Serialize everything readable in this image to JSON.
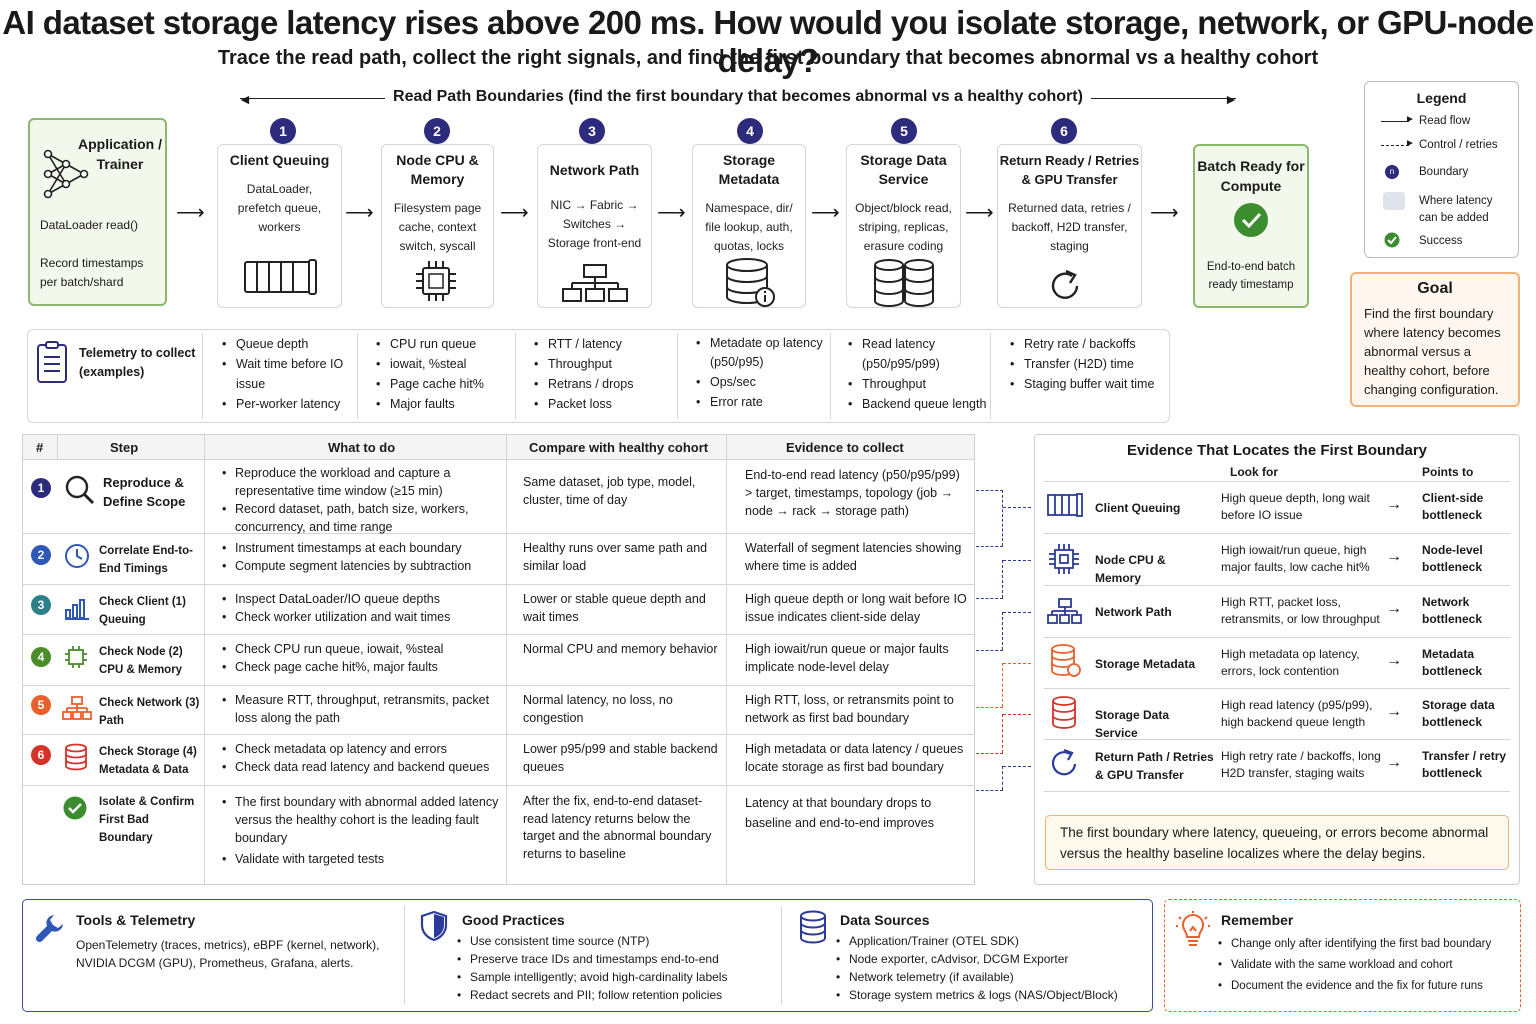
{
  "header": {
    "title": "AI dataset storage latency rises above 200 ms. How would you isolate storage, network, or GPU-node delay?",
    "subtitle": "Trace the read path, collect the right signals, and find the first boundary that becomes abnormal vs a healthy cohort",
    "read_path_label": "Read Path Boundaries (find the first boundary that becomes abnormal vs a healthy cohort)"
  },
  "app_box": {
    "title": "Application / Trainer",
    "line1": "DataLoader read()",
    "line2": "Record timestamps per batch/shard"
  },
  "stages": [
    {
      "num": "1",
      "title": "Client Queuing",
      "desc": "DataLoader, prefetch queue, workers",
      "icon": "queue-icon"
    },
    {
      "num": "2",
      "title": "Node CPU & Memory",
      "desc": "Filesystem page cache, context switch, syscall",
      "icon": "cpu-icon"
    },
    {
      "num": "3",
      "title": "Network Path",
      "desc": "NIC → Fabric → Switches → Storage front-end",
      "icon": "network-icon"
    },
    {
      "num": "4",
      "title": "Storage Metadata",
      "desc": "Namespace, dir/ file lookup, auth, quotas, locks",
      "icon": "database-info-icon"
    },
    {
      "num": "5",
      "title": "Storage Data Service",
      "desc": "Object/block read, striping, replicas, erasure coding",
      "icon": "database-stack-icon"
    },
    {
      "num": "6",
      "title": "Return Ready / Retries & GPU Transfer",
      "desc": "Returned data, retries / backoff, H2D transfer, staging",
      "icon": "refresh-icon"
    }
  ],
  "batch_box": {
    "title": "Batch Ready for Compute",
    "desc": "End-to-end batch ready timestamp"
  },
  "legend": {
    "title": "Legend",
    "items": [
      "Read flow",
      "Control / retries",
      "Boundary",
      "Where latency can be added",
      "Success"
    ]
  },
  "goal": {
    "title": "Goal",
    "text": "Find the first boundary where latency becomes abnormal versus a healthy cohort, before changing configuration."
  },
  "telemetry": {
    "label": "Telemetry to collect (examples)",
    "cols": [
      [
        "Queue depth",
        "Wait time before IO issue",
        "Per-worker latency"
      ],
      [
        "CPU run queue",
        "iowait, %steal",
        "Page cache hit%",
        "Major faults"
      ],
      [
        "RTT / latency",
        "Throughput",
        "Retrans / drops",
        "Packet loss"
      ],
      [
        "Metadate op latency (p50/p95)",
        "Ops/sec",
        "Error rate"
      ],
      [
        "Read latency (p50/p95/p99)",
        "Throughput",
        "Backend queue length"
      ],
      [
        "Retry rate / backoffs",
        "Transfer (H2D) time",
        "Staging buffer wait time"
      ]
    ]
  },
  "table": {
    "headers": [
      "#",
      "Step",
      "What to do",
      "Compare with healthy cohort",
      "Evidence to collect"
    ],
    "rows": [
      {
        "num": "1",
        "step": "Reproduce & Define Scope",
        "todo": [
          "Reproduce the workload and capture a representative time window (≥15 min)",
          "Record dataset, path, batch size, workers, concurrency, and time range"
        ],
        "compare": "Same dataset, job type, model, cluster, time of day",
        "evidence": "End-to-end read latency (p50/p95/p99) > target, timestamps, topology (job → node → rack → storage path)"
      },
      {
        "num": "2",
        "step": "Correlate End-to-End Timings",
        "todo": [
          "Instrument timestamps at each boundary",
          "Compute segment latencies by subtraction"
        ],
        "compare": "Healthy runs over same path and similar load",
        "evidence": "Waterfall of segment latencies showing where time is added"
      },
      {
        "num": "3",
        "step": "Check Client (1) Queuing",
        "todo": [
          "Inspect DataLoader/IO queue depths",
          "Check worker utilization and wait times"
        ],
        "compare": "Lower or stable queue depth and wait times",
        "evidence": "High queue depth or long wait before IO issue indicates client-side delay"
      },
      {
        "num": "4",
        "step": "Check Node (2) CPU & Memory",
        "todo": [
          "Check CPU run queue, iowait, %steal",
          "Check page cache hit%, major faults"
        ],
        "compare": "Normal CPU and memory behavior",
        "evidence": "High iowait/run queue or major faults implicate node-level delay"
      },
      {
        "num": "5",
        "step": "Check Network (3) Path",
        "todo": [
          "Measure RTT, throughput, retransmits, packet loss along the path"
        ],
        "compare": "Normal latency, no loss, no congestion",
        "evidence": "High RTT, loss, or retransmits point to network as first bad boundary"
      },
      {
        "num": "6",
        "step": "Check Storage (4) Metadata & Data",
        "todo": [
          "Check metadata op latency and errors",
          "Check data read latency and backend queues"
        ],
        "compare": "Lower p95/p99 and stable backend queues",
        "evidence": "High metadata or data latency / queues locate storage as first bad boundary"
      },
      {
        "num": "",
        "step": "Isolate & Confirm First Bad Boundary",
        "todo": [
          "The first boundary with abnormal added latency versus the healthy cohort is the leading fault boundary",
          "Validate with targeted tests"
        ],
        "compare": "After the fix, end-to-end dataset-read latency returns below the target and the abnormal boundary returns to baseline",
        "evidence": "Latency at that boundary drops to baseline and end-to-end improves"
      }
    ]
  },
  "evidence": {
    "title": "Evidence That Locates the First Boundary",
    "look_for": "Look for",
    "points_to": "Points to",
    "rows": [
      {
        "name": "Client Queuing",
        "look": "High queue depth, long wait before IO issue",
        "points": "Client-side bottleneck"
      },
      {
        "name": "Node CPU & Memory",
        "look": "High iowait/run queue, high major faults, low cache hit%",
        "points": "Node-level bottleneck"
      },
      {
        "name": "Network Path",
        "look": "High RTT, packet loss, retransmits, or low throughput",
        "points": "Network bottleneck"
      },
      {
        "name": "Storage Metadata",
        "look": "High metadata op latency, errors, lock contention",
        "points": "Metadata bottleneck"
      },
      {
        "name": "Storage Data Service",
        "look": "High read latency (p95/p99), high backend queue length",
        "points": "Storage data bottleneck"
      },
      {
        "name": "Return Path / Retries & GPU Transfer",
        "look": "High retry rate / backoffs, long H2D transfer, staging waits",
        "points": "Transfer / retry bottleneck"
      }
    ],
    "summary": "The first boundary where latency, queueing, or errors become abnormal versus the healthy baseline localizes where the delay begins."
  },
  "bottom": {
    "tools": {
      "title": "Tools & Telemetry",
      "text": "OpenTelemetry (traces, metrics), eBPF (kernel, network), NVIDIA DCGM (GPU), Prometheus, Grafana, alerts."
    },
    "practices": {
      "title": "Good Practices",
      "items": [
        "Use consistent time source (NTP)",
        "Preserve trace IDs and timestamps end-to-end",
        "Sample intelligently; avoid high-cardinality labels",
        "Redact secrets and PII; follow retention policies"
      ]
    },
    "sources": {
      "title": "Data Sources",
      "items": [
        "Application/Trainer (OTEL SDK)",
        "Node exporter, cAdvisor, DCGM Exporter",
        "Network telemetry (if available)",
        "Storage system metrics & logs (NAS/Object/Block)"
      ]
    },
    "remember": {
      "title": "Remember",
      "items": [
        "Change only after identifying the first bad boundary",
        "Validate with the same workload and cohort",
        "Document the evidence and the fix for future runs"
      ]
    }
  },
  "colors": {
    "navy": "#2d2c7c",
    "blue": "#2f57b7",
    "teal": "#2f7f8a",
    "green": "#4a8d2a",
    "orange": "#e8602c",
    "red": "#d7322a",
    "goal_border": "#f0b27a"
  }
}
